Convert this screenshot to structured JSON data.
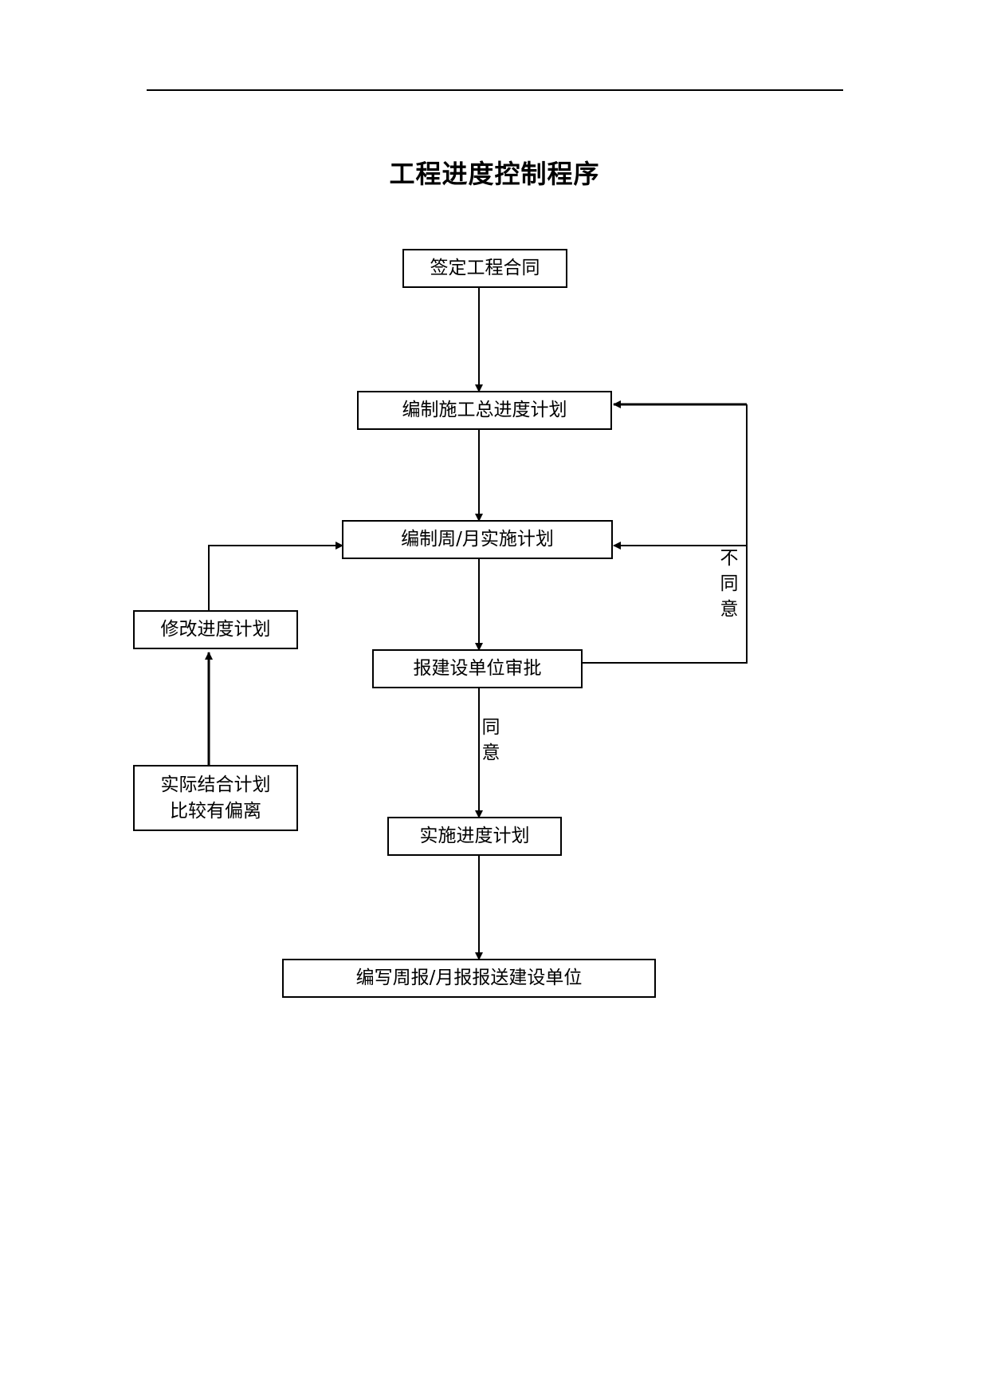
{
  "title": "工程进度控制程序",
  "nodes": {
    "sign_contract": "签定工程合同",
    "master_schedule": "编制施工总进度计划",
    "weekly_monthly_plan": "编制周/月实施计划",
    "submit_approval": "报建设单位审批",
    "implement_plan": "实施进度计划",
    "report": "编写周报/月报报送建设单位",
    "revise_plan": "修改进度计划",
    "deviation_line1": "实际结合计划",
    "deviation_line2": "比较有偏离"
  },
  "edge_labels": {
    "disagree": [
      "不",
      "同",
      "意"
    ],
    "agree": [
      "同",
      "意"
    ]
  }
}
